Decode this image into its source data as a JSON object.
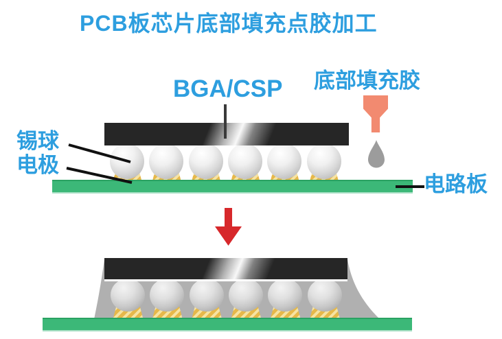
{
  "title": "PCB板芯片底部填充点胶加工",
  "labels": {
    "chip": "BGA/CSP",
    "underfill_glue": "底部填充胶",
    "solder_ball": "锡球",
    "electrode": "电极",
    "circuit_board": "电路板"
  },
  "diagram_top": {
    "solder_ball_count": 6,
    "electrode_pad_count": 6
  },
  "diagram_bottom": {
    "solder_ball_count": 6,
    "electrode_pad_count": 6
  },
  "icons": [
    "dispenser-needle-icon",
    "glue-droplet-icon",
    "down-arrow-icon"
  ],
  "colors": {
    "label_blue": "#2D9EDF",
    "pcb_green": "#3CB878",
    "chip_black": "#262626",
    "needle_salmon": "#F28A70",
    "droplet_gray": "#9C9C9C",
    "arrow_red": "#D7282B",
    "solder_ball_gray": "#D8D8D8",
    "electrode_pad_gold": "#E6B84A",
    "underfill_gray": "#B0B0B0"
  }
}
